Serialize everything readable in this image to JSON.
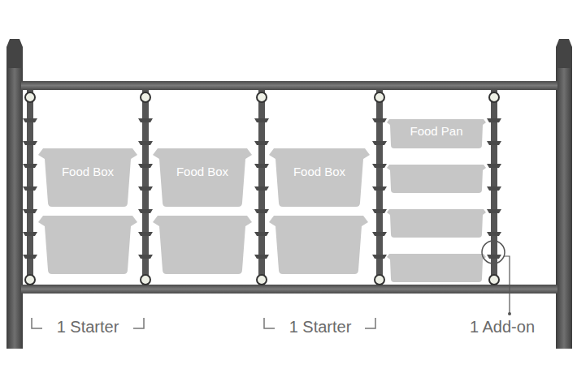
{
  "diagram": {
    "nodes": [
      {
        "text": [
          "Food Box"
        ]
      },
      {
        "text": [
          "Food Box"
        ]
      },
      {
        "text": [
          "Food Box"
        ]
      },
      {
        "text": [
          "Food Pan"
        ]
      }
    ],
    "labels": [
      "1 Starter",
      "1 Starter",
      "1 Add-on"
    ]
  }
}
